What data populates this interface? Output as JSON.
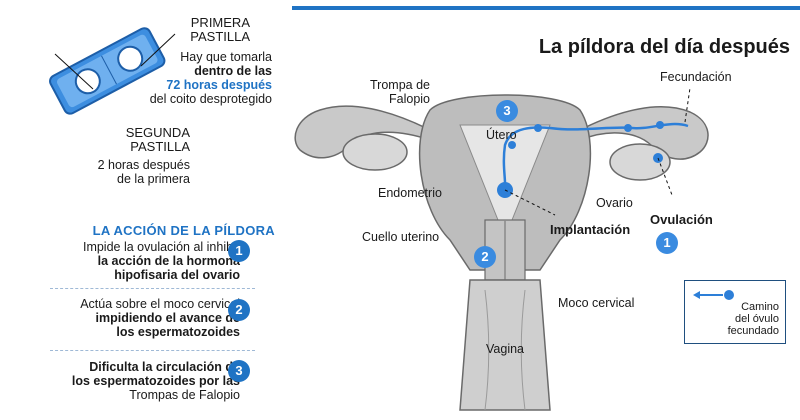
{
  "title": "La píldora del día después",
  "pills": {
    "first": {
      "title_line1": "PRIMERA",
      "title_line2": "PASTILLA",
      "line1": "Hay que tomarla",
      "line2": "dentro de las",
      "line3": "72 horas después",
      "line4": "del coito desprotegido"
    },
    "second": {
      "title_line1": "SEGUNDA",
      "title_line2": "PASTILLA",
      "line1": "2 horas después",
      "line2": "de la primera"
    }
  },
  "action": {
    "heading": "LA ACCIÓN DE LA PÍLDORA",
    "items": [
      {
        "num": "1",
        "line1": "Impide la ovulación al inhibir",
        "line2": "la acción de la hormona",
        "line3": "hipofisaria del ovario"
      },
      {
        "num": "2",
        "line1": "Actúa sobre el moco cervical",
        "line2": "impidiendo el avance de",
        "line3": "los espermatozoides"
      },
      {
        "num": "3",
        "line1": "Dificulta la circulación de",
        "line2": "los espermatozoides por las",
        "line3": "Trompas de Falopio"
      }
    ]
  },
  "diagram": {
    "labels": {
      "trompa_line1": "Trompa de",
      "trompa_line2": "Falopio",
      "utero": "Útero",
      "endometrio": "Endometrio",
      "ovario": "Ovario",
      "cuello": "Cuello uterino",
      "moco": "Moco cervical",
      "vagina": "Vagina",
      "fecundacion": "Fecundación",
      "ovulacion": "Ovulación",
      "implantacion": "Implantación"
    },
    "steps": {
      "one": "1",
      "two": "2",
      "three": "3"
    }
  },
  "legend": {
    "line1": "Camino",
    "line2": "del óvulo",
    "line3": "fecundado"
  },
  "colors": {
    "accent": "#1f73c4",
    "path": "#2d7fd8",
    "organ": "#b8b8b8"
  }
}
